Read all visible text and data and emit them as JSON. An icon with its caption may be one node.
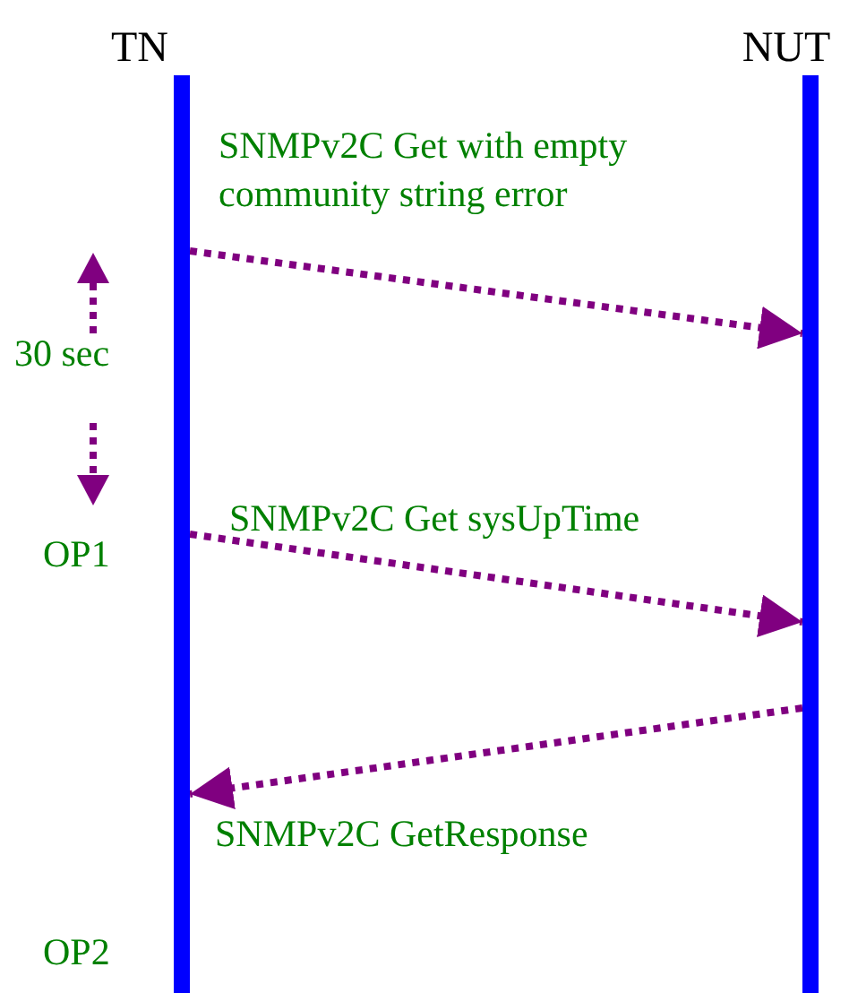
{
  "diagram": {
    "nodes": [
      {
        "text": [
          "TN"
        ]
      },
      {
        "text": [
          "NUT"
        ]
      }
    ],
    "edges": [
      {
        "from": 0,
        "to": 1,
        "arrow": "to",
        "label": "SNMPv2C Get with empty community string error",
        "style": "dashed"
      },
      {
        "from": 0,
        "to": 1,
        "arrow": "to",
        "label": "SNMPv2C Get sysUpTime",
        "style": "dashed"
      },
      {
        "from": 1,
        "to": 0,
        "arrow": "to",
        "label": "SNMPv2C GetResponse",
        "style": "dashed"
      }
    ],
    "labels": [
      "30 sec",
      "OP1",
      "OP2"
    ]
  }
}
